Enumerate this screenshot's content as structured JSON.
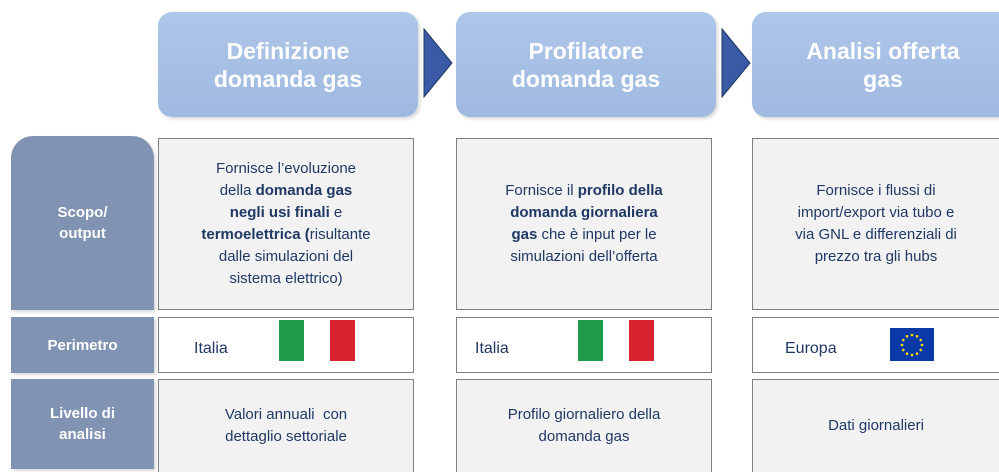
{
  "headers": [
    {
      "line1": "Definizione",
      "line2": "domanda gas"
    },
    {
      "line1": "Profilatore",
      "line2": "domanda gas"
    },
    {
      "line1": "Analisi offerta",
      "line2": "gas"
    }
  ],
  "row_labels": {
    "scope_line1": "Scopo/",
    "scope_line2": "output",
    "perimeter": "Perimetro",
    "level_line1": "Livello di",
    "level_line2": "analisi"
  },
  "scope": {
    "col1": {
      "l1": "Fornisce l’evoluzione",
      "l2a": "della ",
      "l2b": "domanda gas",
      "l3a": "negli usi finali",
      "l3b": " e",
      "l4a": "termoelettrica (",
      "l4b": "risultante",
      "l5": "dalle simulazioni del",
      "l6": "sistema elettrico)"
    },
    "col2": {
      "l1a": "Fornisce il ",
      "l1b": "profilo della",
      "l2": "domanda giornaliera",
      "l3a": "gas",
      "l3b": " che è input per le",
      "l4": "simulazioni dell’offerta"
    },
    "col3": {
      "l1": "Fornisce i flussi di",
      "l2": "import/export via tubo e",
      "l3": "via GNL e differenziali di",
      "l4": "prezzo tra gli hubs"
    }
  },
  "perimeter": {
    "col1": "Italia",
    "col2": "Italia",
    "col3": "Europa"
  },
  "level": {
    "col1": {
      "l1": "Valori annuali  con",
      "l2": "dettaglio settoriale"
    },
    "col2": {
      "l1": "Profilo giornaliero della",
      "l2": "domanda gas"
    },
    "col3": {
      "l1": "Dati giornalieri"
    }
  },
  "colors": {
    "header_fill": "#9fb9e1",
    "arrow_fill": "#3b5aa6",
    "row_label_fill": "#8193b2",
    "cell_fill": "#f2f2f2",
    "text": "#1f3864",
    "italy_green": "#1f9a48",
    "italy_red": "#d82330",
    "eu_blue": "#0a3aa8",
    "eu_star": "#ffdd00"
  }
}
